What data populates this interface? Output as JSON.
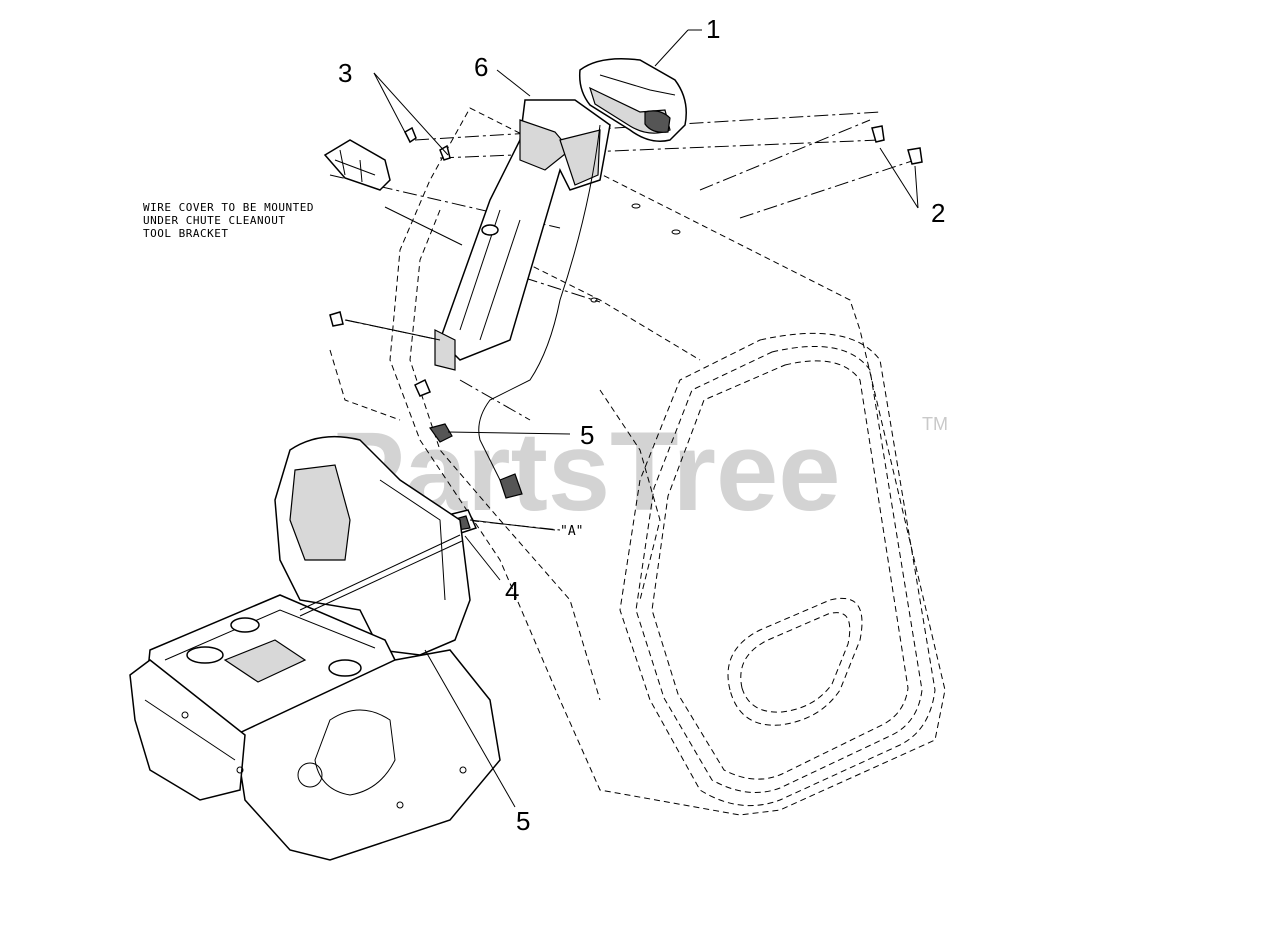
{
  "callouts": {
    "c1": "1",
    "c2": "2",
    "c3": "3",
    "c4": "4",
    "c5a": "5",
    "c5b": "5",
    "c6": "6"
  },
  "note": {
    "line1": "WIRE COVER TO BE MOUNTED",
    "line2": "UNDER CHUTE CLEANOUT",
    "line3": "TOOL BRACKET"
  },
  "reference_mark": "\"A\"",
  "watermark": {
    "text": "PartsTree",
    "tm": "TM"
  }
}
